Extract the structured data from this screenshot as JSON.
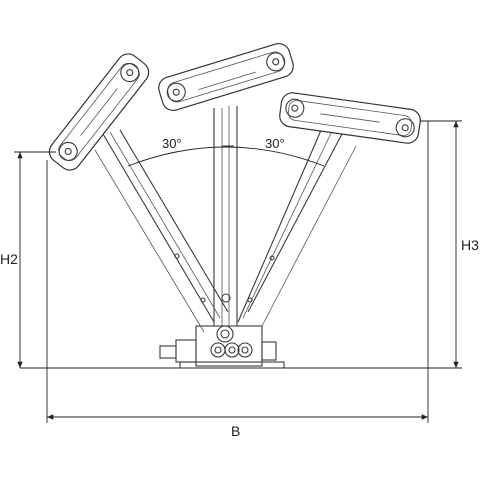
{
  "labels": {
    "height_left": "H2",
    "height_right": "H3",
    "base_width": "B",
    "angle_left": "30°",
    "angle_right": "30°"
  },
  "colors": {
    "line": "#3a3a3a",
    "dimension": "#222222",
    "background": "#ffffff"
  }
}
